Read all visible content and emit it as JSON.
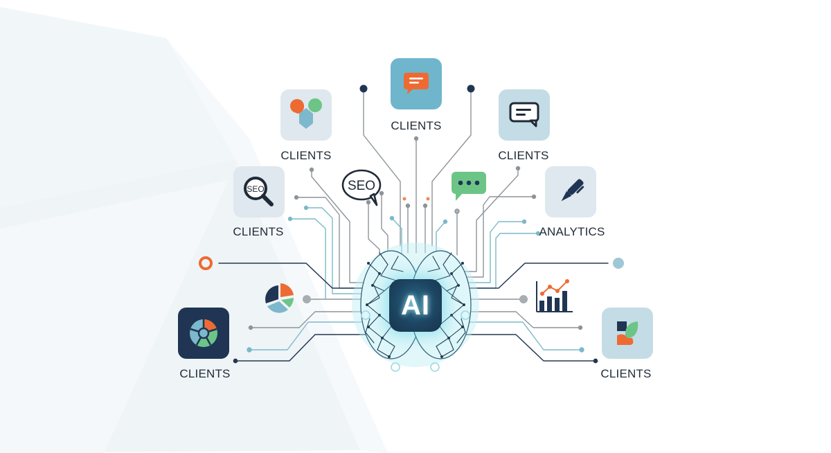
{
  "diagram": {
    "center": {
      "label": "AI",
      "description": "network-brain with AI chip"
    },
    "nodes": [
      {
        "id": "top-center",
        "label": "CLIENTS",
        "icon": "chat-bubble-lines-icon",
        "tile": "teal"
      },
      {
        "id": "top-left",
        "label": "CLIENTS",
        "icon": "location-pins-icon",
        "tile": "light"
      },
      {
        "id": "top-right",
        "label": "CLIENTS",
        "icon": "chat-bubble-outline-icon",
        "tile": "tealsoft"
      },
      {
        "id": "mid-left",
        "label": "CLIENTS",
        "icon": "seo-magnifier-icon",
        "tile": "light"
      },
      {
        "id": "mid-right",
        "label": "ANALYTICS",
        "icon": "fountain-pen-icon",
        "tile": "light"
      },
      {
        "id": "bottom-left",
        "label": "CLIENTS",
        "icon": "segmented-wheel-icon",
        "tile": "dark"
      },
      {
        "id": "bottom-right",
        "label": "CLIENTS",
        "icon": "leaf-shapes-icon",
        "tile": "tealsoft"
      }
    ],
    "floating_icons": [
      {
        "id": "seo-speech",
        "text": "SEO",
        "icon": "seo-speech-bubble-icon"
      },
      {
        "id": "typing-bubble",
        "icon": "typing-chat-bubble-icon"
      },
      {
        "id": "pie",
        "icon": "pie-chart-icon"
      },
      {
        "id": "bar-line",
        "icon": "bar-line-chart-icon"
      }
    ]
  },
  "colors": {
    "navy": "#1f3553",
    "teal": "#6fb6cc",
    "orange": "#ee6a33",
    "green": "#6cc587",
    "wire_gray": "#8d9499",
    "wire_teal": "#7bb9c9",
    "glow": "#7fdbe8"
  }
}
